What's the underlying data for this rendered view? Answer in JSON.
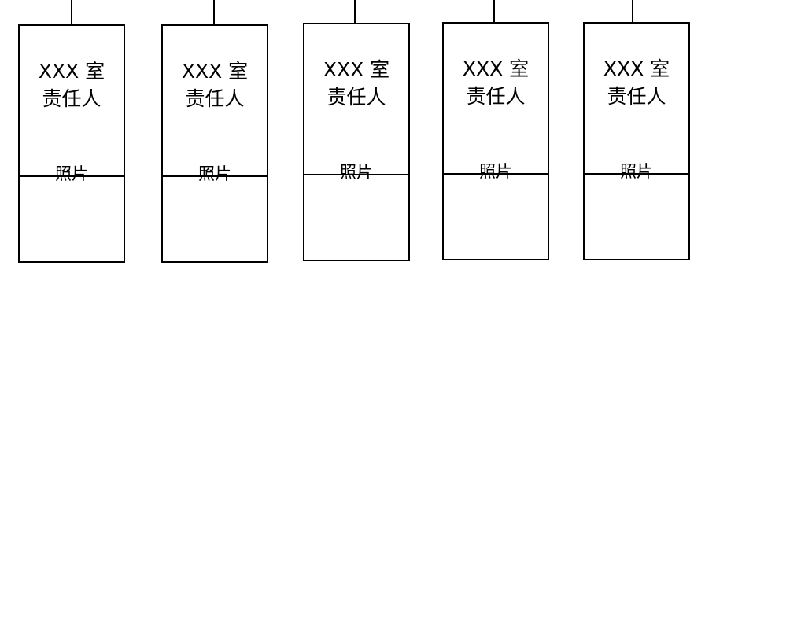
{
  "cards": [
    {
      "title": "XXX 室\n责任人",
      "photo_label": "照片"
    },
    {
      "title": "XXX 室\n责任人",
      "photo_label": "照片"
    },
    {
      "title": "XXX 室\n责任人",
      "photo_label": "照片"
    },
    {
      "title": "XXX 室\n责任人",
      "photo_label": "照片"
    },
    {
      "title": "XXX 室\n责任人",
      "photo_label": "照片"
    }
  ]
}
